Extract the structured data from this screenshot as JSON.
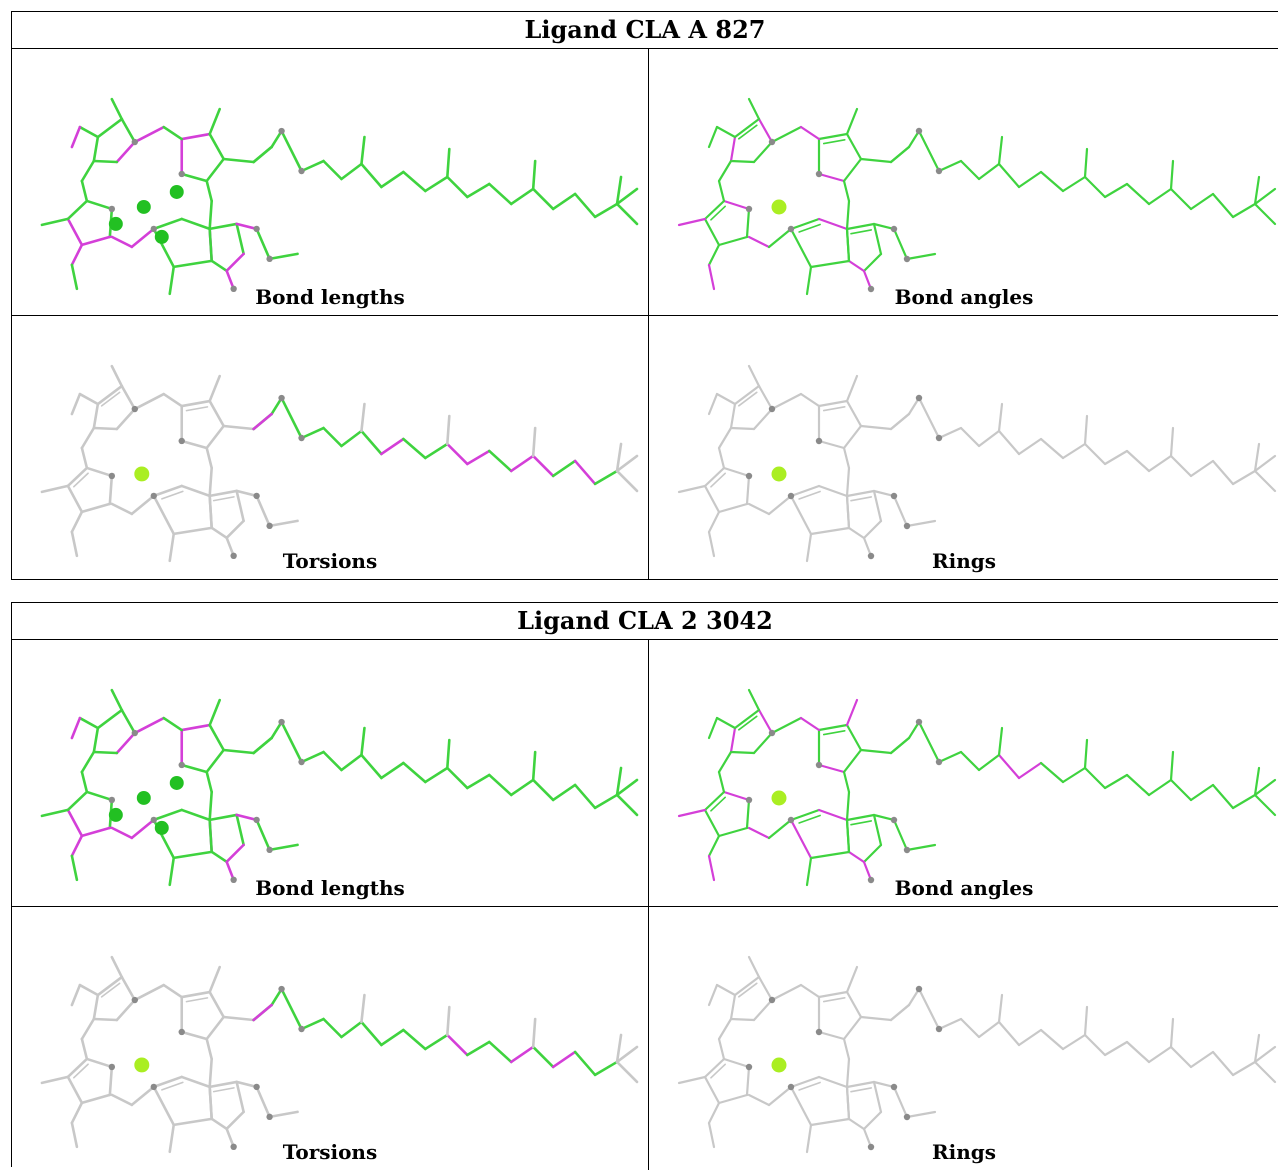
{
  "panels": [
    {
      "title": "Ligand CLA A 827",
      "cells": [
        {
          "label": "Bond lengths",
          "mode": "lengths",
          "ion_color": "#22c022"
        },
        {
          "label": "Bond angles",
          "mode": "angles",
          "ion_color": "#aaee22"
        },
        {
          "label": "Torsions",
          "mode": "torsions",
          "ion_color": "#aaee22"
        },
        {
          "label": "Rings",
          "mode": "rings",
          "ion_color": "#aaee22"
        }
      ]
    },
    {
      "title": "Ligand CLA 2 3042",
      "cells": [
        {
          "label": "Bond lengths",
          "mode": "lengths",
          "ion_color": "#22c022"
        },
        {
          "label": "Bond angles",
          "mode": "angles",
          "ion_color": "#aaee22"
        },
        {
          "label": "Torsions",
          "mode": "torsions",
          "ion_color": "#aaee22"
        },
        {
          "label": "Rings",
          "mode": "rings",
          "ion_color": "#aaee22"
        }
      ]
    }
  ],
  "colors": {
    "green": "#3fd33f",
    "magenta": "#d43fd8",
    "grey": "#c8c8c8",
    "atom_grey": "#8a8a8a",
    "green_ion": "#22c022",
    "yellow_ion": "#aaee22"
  }
}
